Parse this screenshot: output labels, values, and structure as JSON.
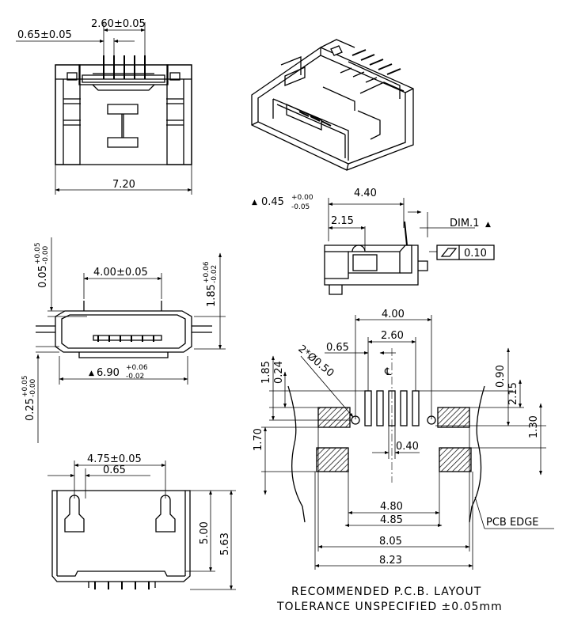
{
  "top_view": {
    "dim_pitch": "0.65±0.05",
    "dim_span": "2.60±0.05",
    "dim_width": "7.20"
  },
  "front_view": {
    "dim_top_tol": "0.05",
    "dim_top_upper": "+0.05",
    "dim_top_lower": "-0.00",
    "dim_pin_span": "4.00±0.05",
    "dim_height": "1.85",
    "dim_height_upper": "+0.06",
    "dim_height_lower": "-0.02",
    "dim_opening": "6.90",
    "dim_opening_upper": "+0.06",
    "dim_opening_lower": "-0.02",
    "dim_bottom_tol": "0.25",
    "dim_bottom_upper": "+0.05",
    "dim_bottom_lower": "-0.00"
  },
  "side_view": {
    "dim_offset": "0.45",
    "dim_offset_upper": "+0.00",
    "dim_offset_lower": "-0.05",
    "dim_length": "4.40",
    "dim_post": "2.15",
    "datum_label": "DIM.1",
    "flatness_value": "0.10"
  },
  "bottom_view": {
    "dim_post_span": "4.75±0.05",
    "dim_pitch": "0.65",
    "dim_depth": "5.00",
    "dim_total": "5.63"
  },
  "pcb_layout": {
    "dim_pad_span": "4.00",
    "dim_signal_span": "2.60",
    "dim_pitch": "0.65",
    "dim_holes": "2*Ø0.50",
    "dim_row_top": "1.85",
    "dim_hole_offset": "0.24",
    "dim_right_top": "0.90",
    "dim_right_mid": "2.15",
    "dim_right_low": "1.30",
    "dim_left_low": "1.70",
    "dim_pad_width": "0.40",
    "dim_inner_1": "4.80",
    "dim_inner_2": "4.85",
    "dim_outer_1": "8.05",
    "dim_outer_2": "8.23",
    "pcb_edge_label": "PCB EDGE",
    "center_mark": "℄"
  },
  "notes": {
    "line1": "RECOMMENDED  P.C.B. LAYOUT",
    "line2": "TOLERANCE UNSPECIFIED ±0.05mm"
  }
}
